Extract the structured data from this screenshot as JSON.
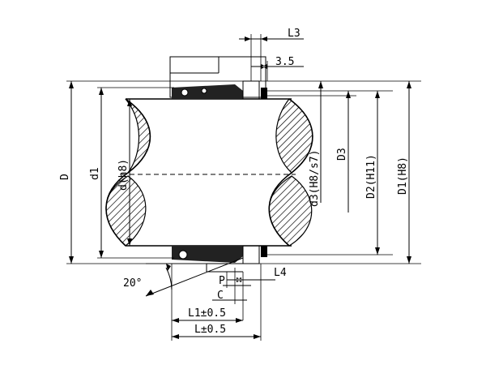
{
  "diagram": {
    "labels": {
      "L3": "L3",
      "dim35": "3.5",
      "D": "D",
      "d1": "d1",
      "dh8": "d(h8)",
      "d3": "d3(H8/s7)",
      "D3": "D3",
      "D2": "D2(H11)",
      "D1": "D1(H8)",
      "L4": "L4",
      "P": "P",
      "C": "C",
      "L1": "L1±0.5",
      "L": "L±0.5",
      "angle": "20°"
    }
  }
}
